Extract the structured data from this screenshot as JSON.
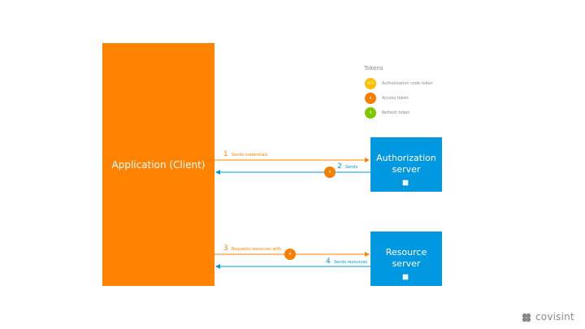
{
  "colors": {
    "orange": "#ff8300",
    "blue": "#0098e0",
    "auth_code_token": "#ffc000",
    "access_token": "#f47f00",
    "refresh_token": "#7ec800",
    "legend_text": "#8a8a8a"
  },
  "client": {
    "label": "Application (Client)"
  },
  "auth_server": {
    "label_line1": "Authorization",
    "label_line2": "server",
    "icon": "clover-icon"
  },
  "resource_server": {
    "label_line1": "Resource",
    "label_line2": "server",
    "icon": "clover-icon"
  },
  "steps": [
    {
      "number": "1",
      "label": "Sends credentials"
    },
    {
      "number": "2",
      "label": "Sends"
    },
    {
      "number": "3",
      "label": "Requests resources with"
    },
    {
      "number": "4",
      "label": "Sends resources"
    }
  ],
  "legend": {
    "title": "Tokens",
    "items": [
      {
        "badge": "ACT",
        "label": "Authorization code token"
      },
      {
        "badge": "A",
        "label": "Access token"
      },
      {
        "badge": "R",
        "label": "Refresh token"
      }
    ]
  },
  "flow_tokens": {
    "step2": "A",
    "step3": "A"
  },
  "brand": {
    "name": "covisint",
    "icon": "clover-logo-icon"
  }
}
